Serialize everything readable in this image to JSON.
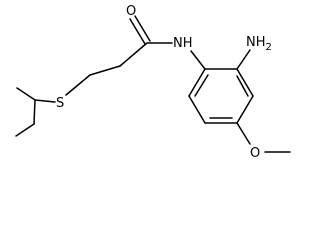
{
  "molecule": {
    "atoms": {
      "oxygen_carbonyl": "O",
      "amide_nh": "NH",
      "amine_nh2": "NH",
      "amine_nh2_subscript": "2",
      "sulfur": "S",
      "oxygen_methoxy": "O"
    }
  }
}
